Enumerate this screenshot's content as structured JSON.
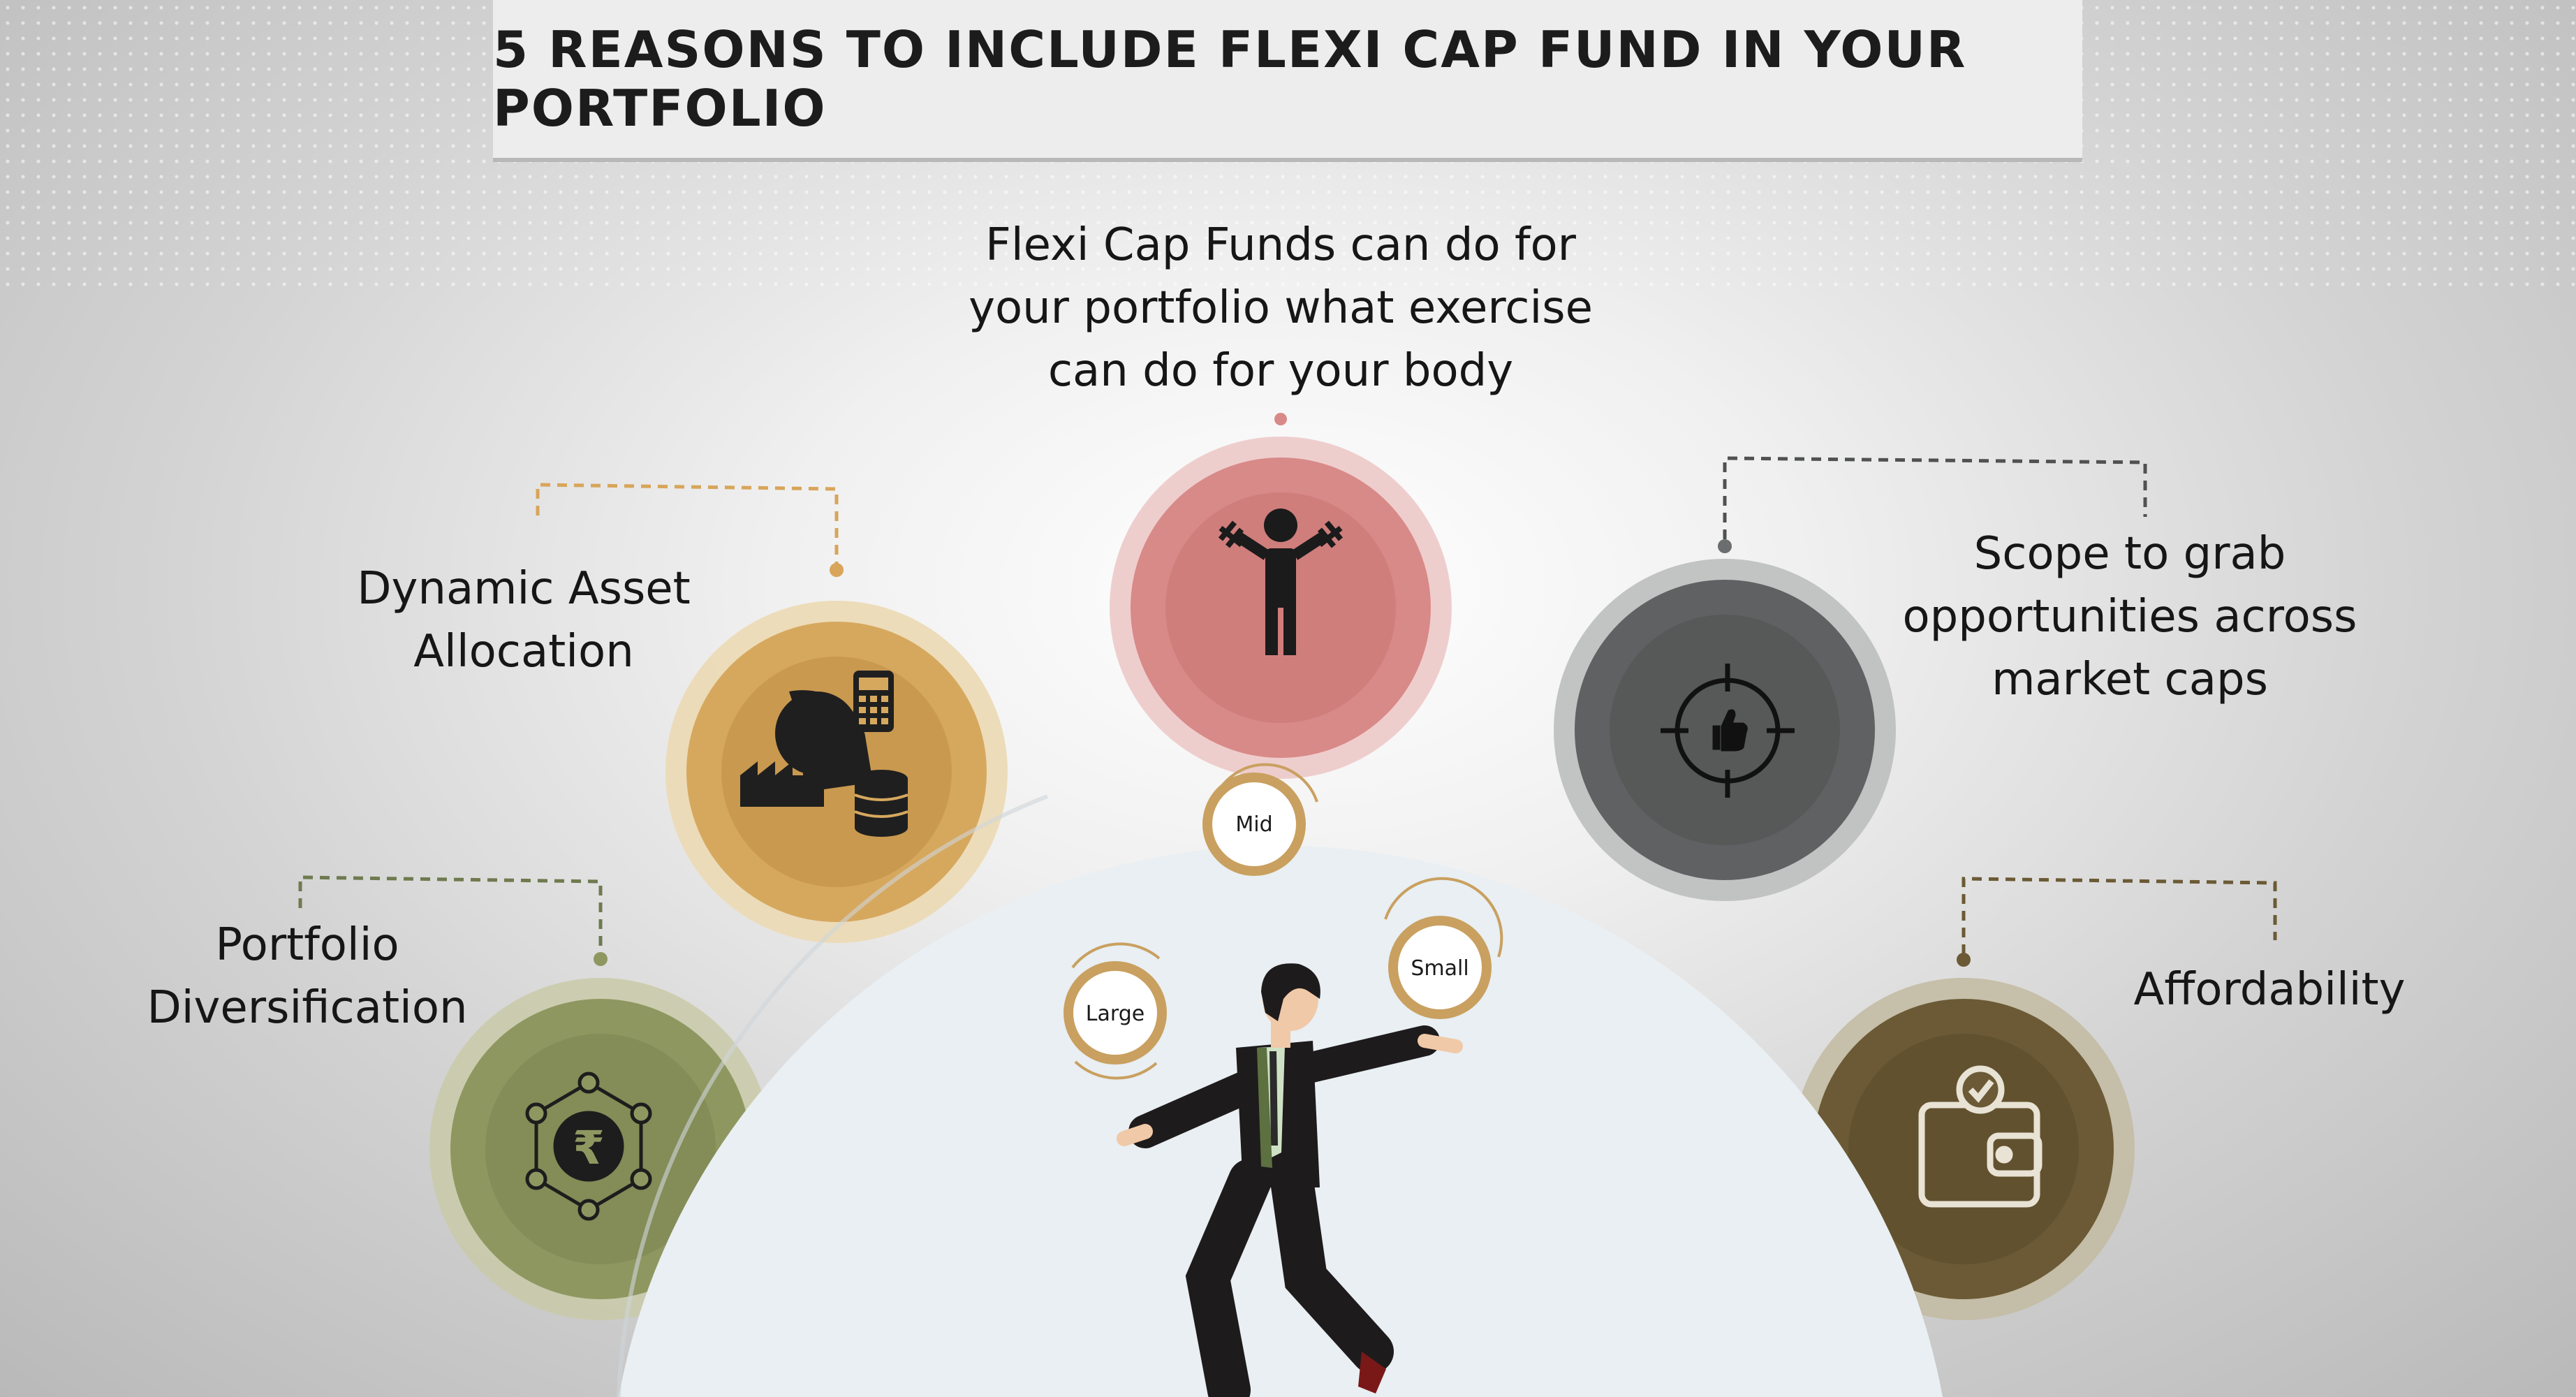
{
  "title": "5 REASONS TO INCLUDE FLEXI CAP FUND IN YOUR PORTFOLIO",
  "reasons": {
    "center": {
      "line1": "Flexi Cap Funds can do for",
      "line2": "your portfolio what exercise",
      "line3": "can do for your body",
      "icon": "exercise-person-icon",
      "color": "#d88a88"
    },
    "dynamic_asset": {
      "line1": "Dynamic Asset",
      "line2": "Allocation",
      "icon": "asset-allocation-icon",
      "color": "#d6a85e"
    },
    "portfolio_div": {
      "line1": "Portfolio",
      "line2": "Diversification",
      "icon": "rupee-network-icon",
      "color": "#8f9761"
    },
    "scope": {
      "line1": "Scope to grab",
      "line2": "opportunities across",
      "line3": "market caps",
      "icon": "target-thumbs-up-icon",
      "color": "#5f6162"
    },
    "affordability": {
      "line1": "Affordability",
      "icon": "wallet-check-icon",
      "color": "#6b5a35"
    }
  },
  "caps": {
    "mid": "Mid",
    "small": "Small",
    "large": "Large"
  }
}
